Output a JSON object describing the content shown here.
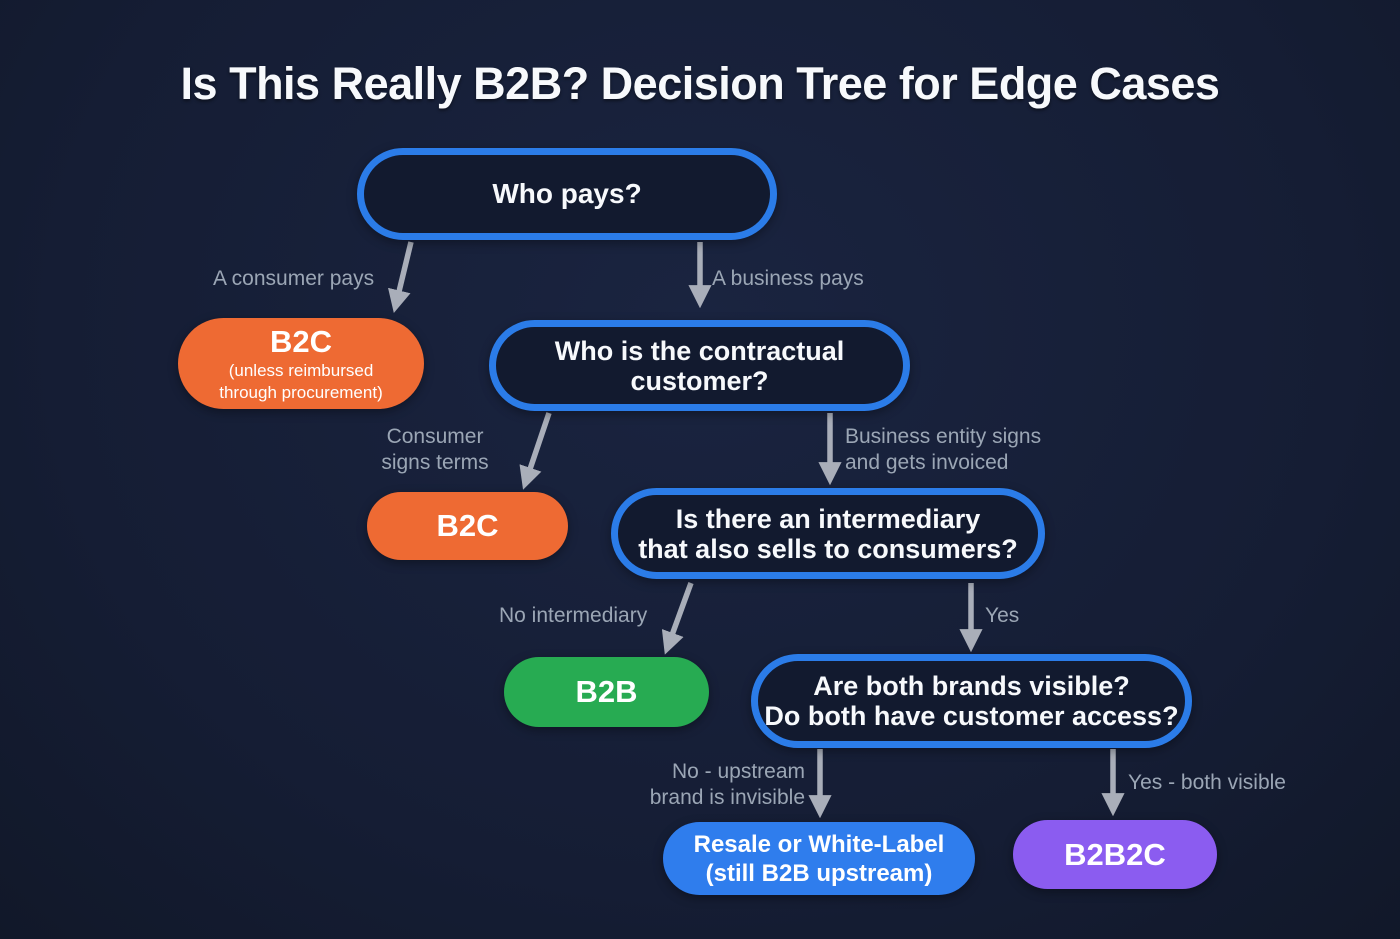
{
  "title": "Is This Really B2B? Decision Tree for Edge Cases",
  "colors": {
    "background": "#151d34",
    "question_border": "#2b7ce8",
    "question_fill": "#121a2f",
    "result_orange": "#ee6a33",
    "result_green": "#27ab52",
    "result_blue": "#2f7ded",
    "result_purple": "#8b5cf0",
    "edge_label": "#9ba6b5",
    "arrow": "#a9aeb9",
    "text": "#f7f9fc"
  },
  "nodes": {
    "who_pays": {
      "line1": "Who pays?"
    },
    "contractual": {
      "line1": "Who is the contractual",
      "line2": "customer?"
    },
    "intermediary": {
      "line1": "Is there an intermediary",
      "line2": "that also sells to consumers?"
    },
    "brands": {
      "line1": "Are both brands visible?",
      "line2": "Do both have customer access?"
    }
  },
  "results": {
    "b2c_reimbursed": {
      "label": "B2C",
      "sub1": "(unless reimbursed",
      "sub2": "through procurement)"
    },
    "b2c": {
      "label": "B2C"
    },
    "b2b": {
      "label": "B2B"
    },
    "resale": {
      "line1": "Resale or White-Label",
      "line2": "(still B2B upstream)"
    },
    "b2b2c": {
      "label": "B2B2C"
    }
  },
  "edge_labels": {
    "a_consumer_pays": "A consumer pays",
    "a_business_pays": "A business pays",
    "consumer_signs_1": "Consumer",
    "consumer_signs_2": "signs terms",
    "business_signs_1": "Business entity signs",
    "business_signs_2": "and gets invoiced",
    "no_intermediary": "No intermediary",
    "yes": "Yes",
    "no_upstream_1": "No - upstream",
    "no_upstream_2": "brand is invisible",
    "yes_both_visible": "Yes - both visible"
  }
}
